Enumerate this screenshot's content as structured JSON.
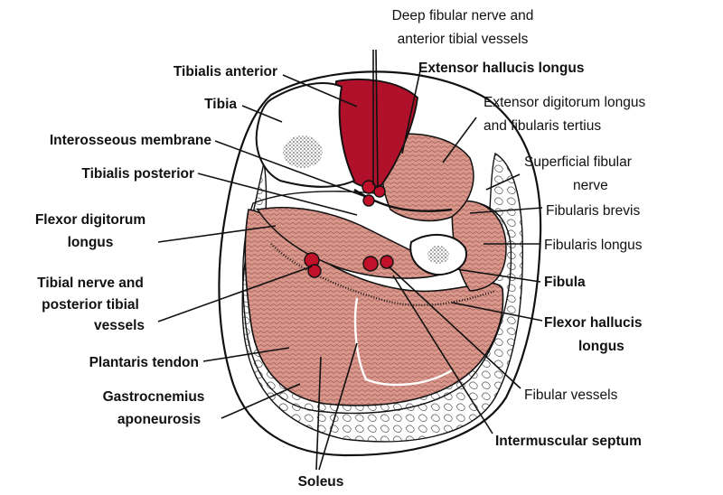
{
  "diagram": {
    "labels": {
      "deep_fibular_1": "Deep fibular nerve and",
      "deep_fibular_2": "anterior tibial vessels",
      "tibialis_anterior": "Tibialis anterior",
      "extensor_hallucis": "Extensor hallucis longus",
      "tibia": "Tibia",
      "edl_1": "Extensor digitorum longus",
      "edl_2": "and fibularis tertius",
      "interosseous": "Interosseous membrane",
      "superficial_fibular_1": "Superficial fibular",
      "superficial_fibular_2": "nerve",
      "tibialis_posterior": "Tibialis posterior",
      "fdl_1": "Flexor digitorum",
      "fdl_2": "longus",
      "fibularis_brevis": "Fibularis brevis",
      "fibularis_longus": "Fibularis longus",
      "tibial_nerve_1": "Tibial nerve and",
      "tibial_nerve_2": "posterior tibial",
      "tibial_nerve_3": "vessels",
      "fibula": "Fibula",
      "fhl_1": "Flexor hallucis",
      "fhl_2": "longus",
      "plantaris": "Plantaris tendon",
      "gastroc_1": "Gastrocnemius",
      "gastroc_2": "aponeurosis",
      "fibular_vessels": "Fibular vessels",
      "intermuscular": "Intermuscular septum",
      "soleus": "Soleus"
    },
    "colors": {
      "muscle": "#d9968a",
      "muscle_dark": "#b46a60",
      "tibialis_anterior": "#b0102a",
      "vessel": "#c0102a",
      "bone": "#ffffff",
      "fat": "#ffffff",
      "outline": "#111111"
    }
  }
}
